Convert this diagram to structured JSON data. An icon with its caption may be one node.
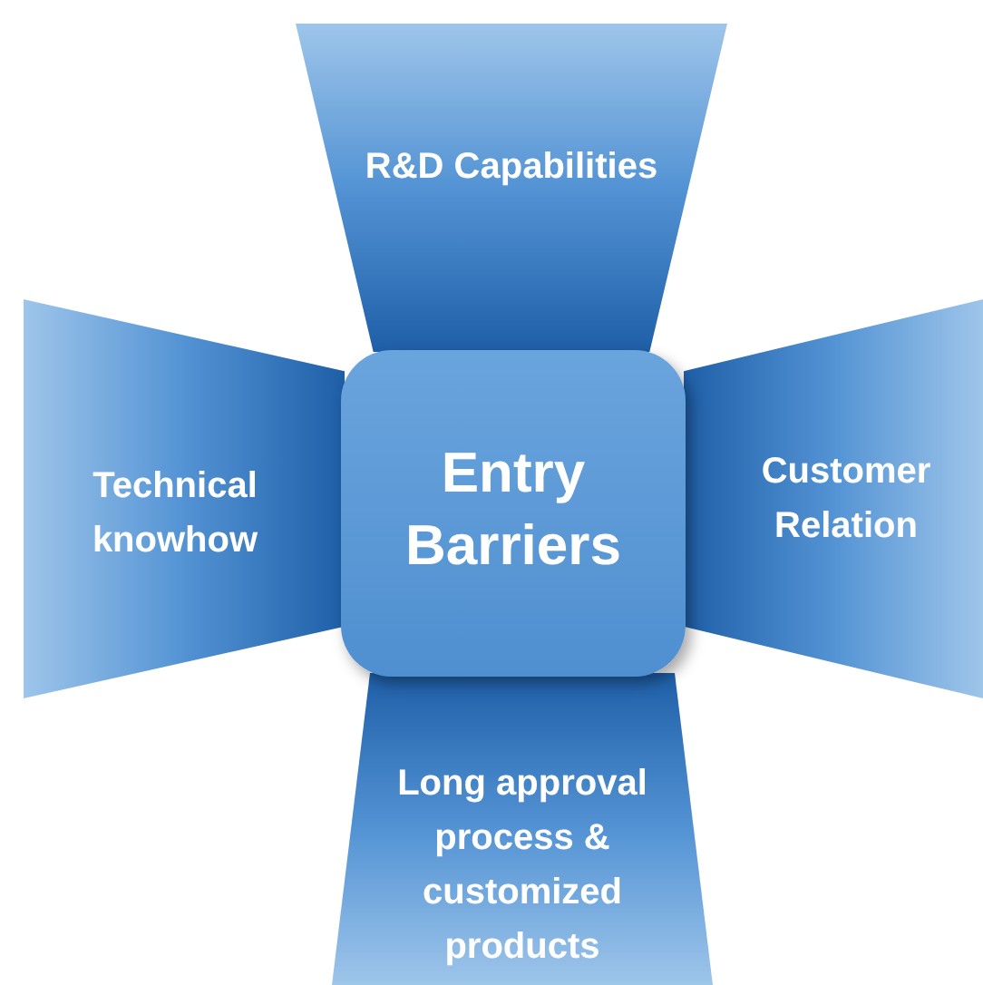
{
  "diagram": {
    "nodes": [
      {
        "text": [
          "R&D Capabilities"
        ]
      },
      {
        "text": [
          "Technical knowhow"
        ]
      },
      {
        "text": [
          "Entry Barriers"
        ]
      },
      {
        "text": [
          "Customer Relation"
        ]
      },
      {
        "text": [
          "Long approval process & customized products"
        ]
      }
    ]
  }
}
